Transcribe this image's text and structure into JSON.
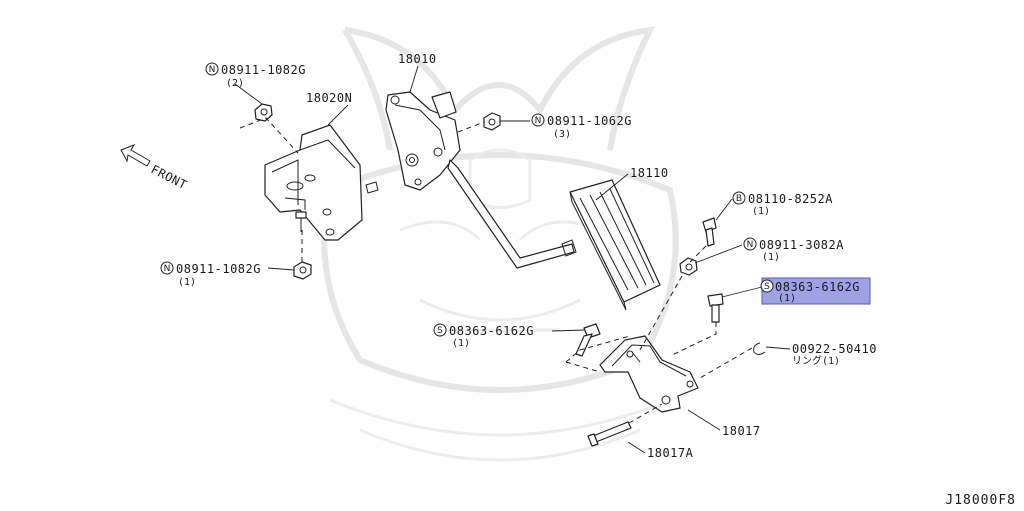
{
  "diagram_code": "J18000F8",
  "front_label": "FRONT",
  "highlight_color": "#8f8fe0",
  "parts": {
    "pedal_assembly": {
      "number": "18010"
    },
    "bracket": {
      "number": "18020N"
    },
    "pedal_pad": {
      "number": "18110"
    },
    "stopper_bracket": {
      "number": "18017"
    },
    "pin": {
      "number": "18017A"
    }
  },
  "callouts": {
    "nut_top": {
      "prefix": "N",
      "number": "08911-1082G",
      "qty": "(2)"
    },
    "nut_mid": {
      "prefix": "N",
      "number": "08911-1062G",
      "qty": "(3)"
    },
    "nut_bottom": {
      "prefix": "N",
      "number": "08911-1082G",
      "qty": "(1)"
    },
    "bolt_b": {
      "prefix": "B",
      "number": "08110-8252A",
      "qty": "(1)"
    },
    "nut_right": {
      "prefix": "N",
      "number": "08911-3082A",
      "qty": "(1)"
    },
    "screw_highlight": {
      "prefix": "S",
      "number": "08363-6162G",
      "qty": "(1)"
    },
    "screw_left": {
      "prefix": "S",
      "number": "08363-6162G",
      "qty": "(1)"
    },
    "ring": {
      "number": "00922-50410",
      "qty": "リング(1)"
    }
  }
}
